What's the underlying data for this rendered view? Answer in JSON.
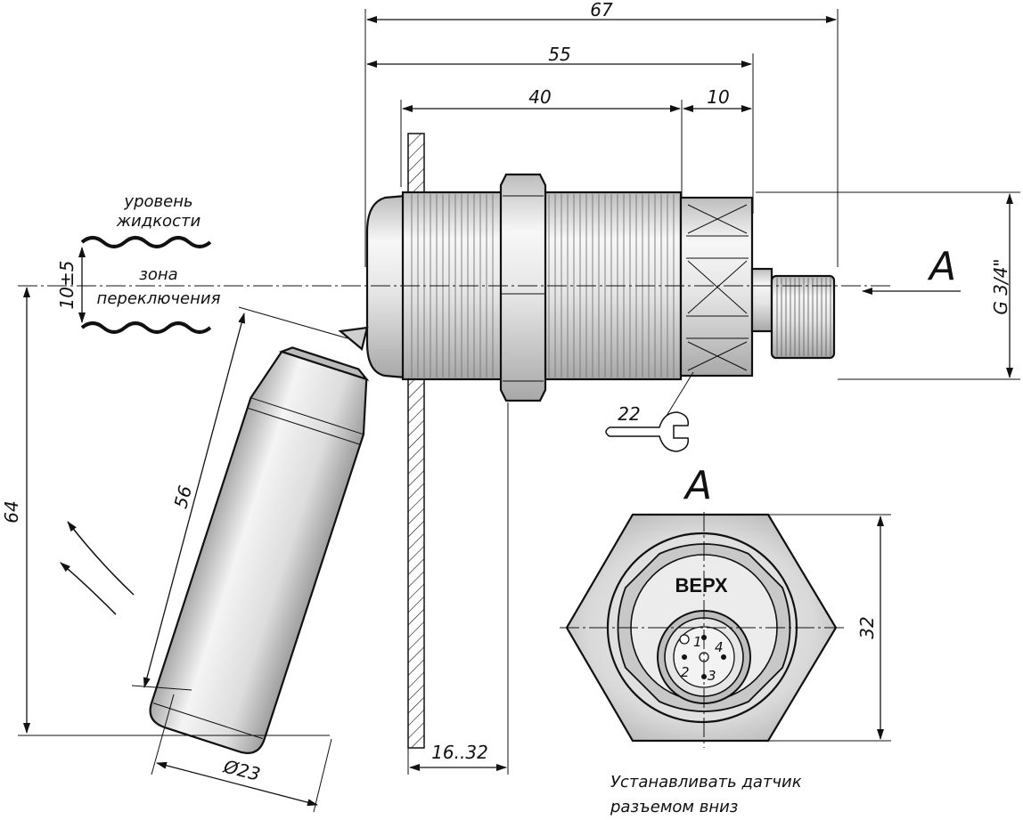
{
  "dimensions": {
    "overall_length": "67",
    "body_length": "55",
    "thread_length": "40",
    "hex_length": "10",
    "switch_zone": "10±5",
    "float_offset": "64",
    "float_length": "56",
    "float_diameter": "Ø23",
    "wall_thickness": "16..32",
    "wrench_size": "22",
    "thread_size": "G 3/4\"",
    "hex_across_flats": "32"
  },
  "labels": {
    "liquid_level_line1": "уровень",
    "liquid_level_line2": "жидкости",
    "switch_zone_line1": "зона",
    "switch_zone_line2": "переключения",
    "view_arrow": "A",
    "view_title": "A",
    "top_marking": "ВЕРХ",
    "install_note_line1": "Устанавливать датчик",
    "install_note_line2": "разъемом вниз"
  },
  "pins": [
    "1",
    "2",
    "3",
    "4"
  ],
  "colors": {
    "line": "#111111",
    "metal_light": "#f2f2f2",
    "metal_mid": "#cfcfcf",
    "metal_dark": "#9a9a9a"
  }
}
